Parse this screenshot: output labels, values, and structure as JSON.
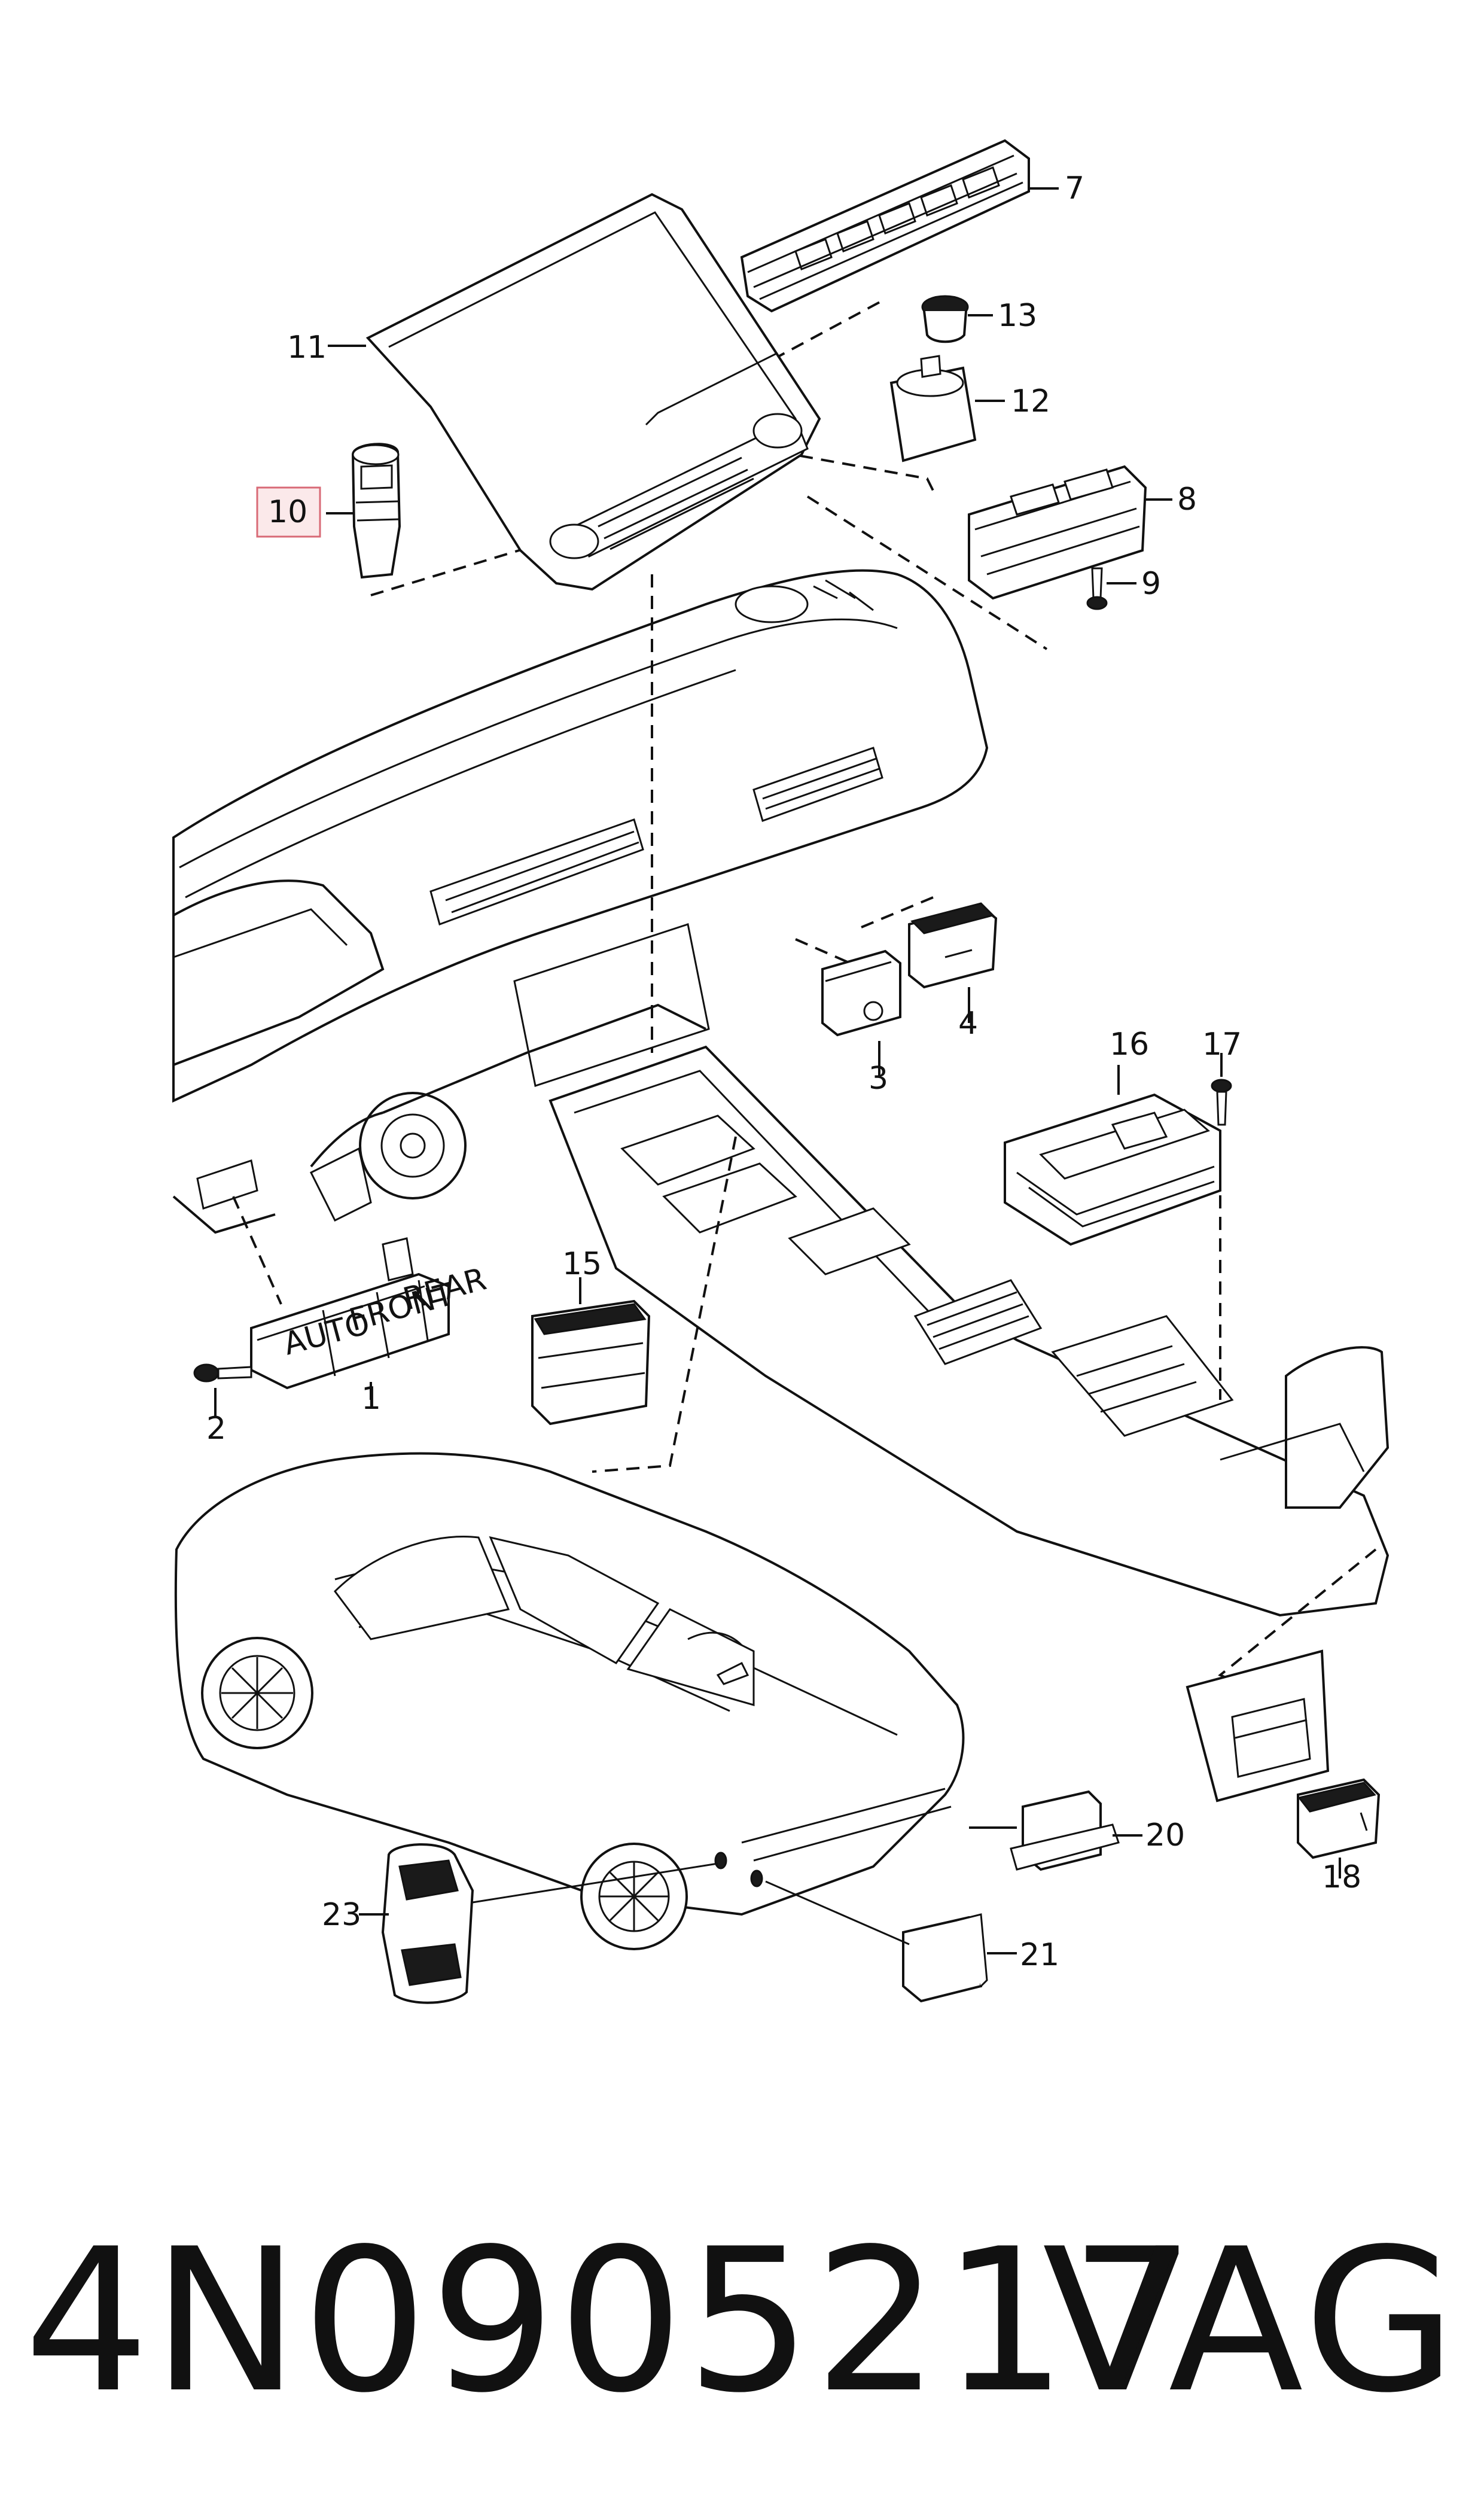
{
  "callouts": {
    "c1": "1",
    "c2": "2",
    "c3": "3",
    "c4": "4",
    "c7": "7",
    "c8": "8",
    "c9": "9",
    "c10": "10",
    "c11": "11",
    "c12": "12",
    "c13": "13",
    "c15": "15",
    "c16": "16",
    "c17": "17",
    "c18": "18",
    "c20": "20",
    "c21": "21",
    "c23": "23"
  },
  "switch_text": {
    "auto": "AUTO",
    "front": "FRONT",
    "rear": "REAR"
  },
  "highlight": {
    "part": "10",
    "color": "#d86a76"
  },
  "footer": {
    "part_number": "4N0905217",
    "brand": "VAG"
  }
}
